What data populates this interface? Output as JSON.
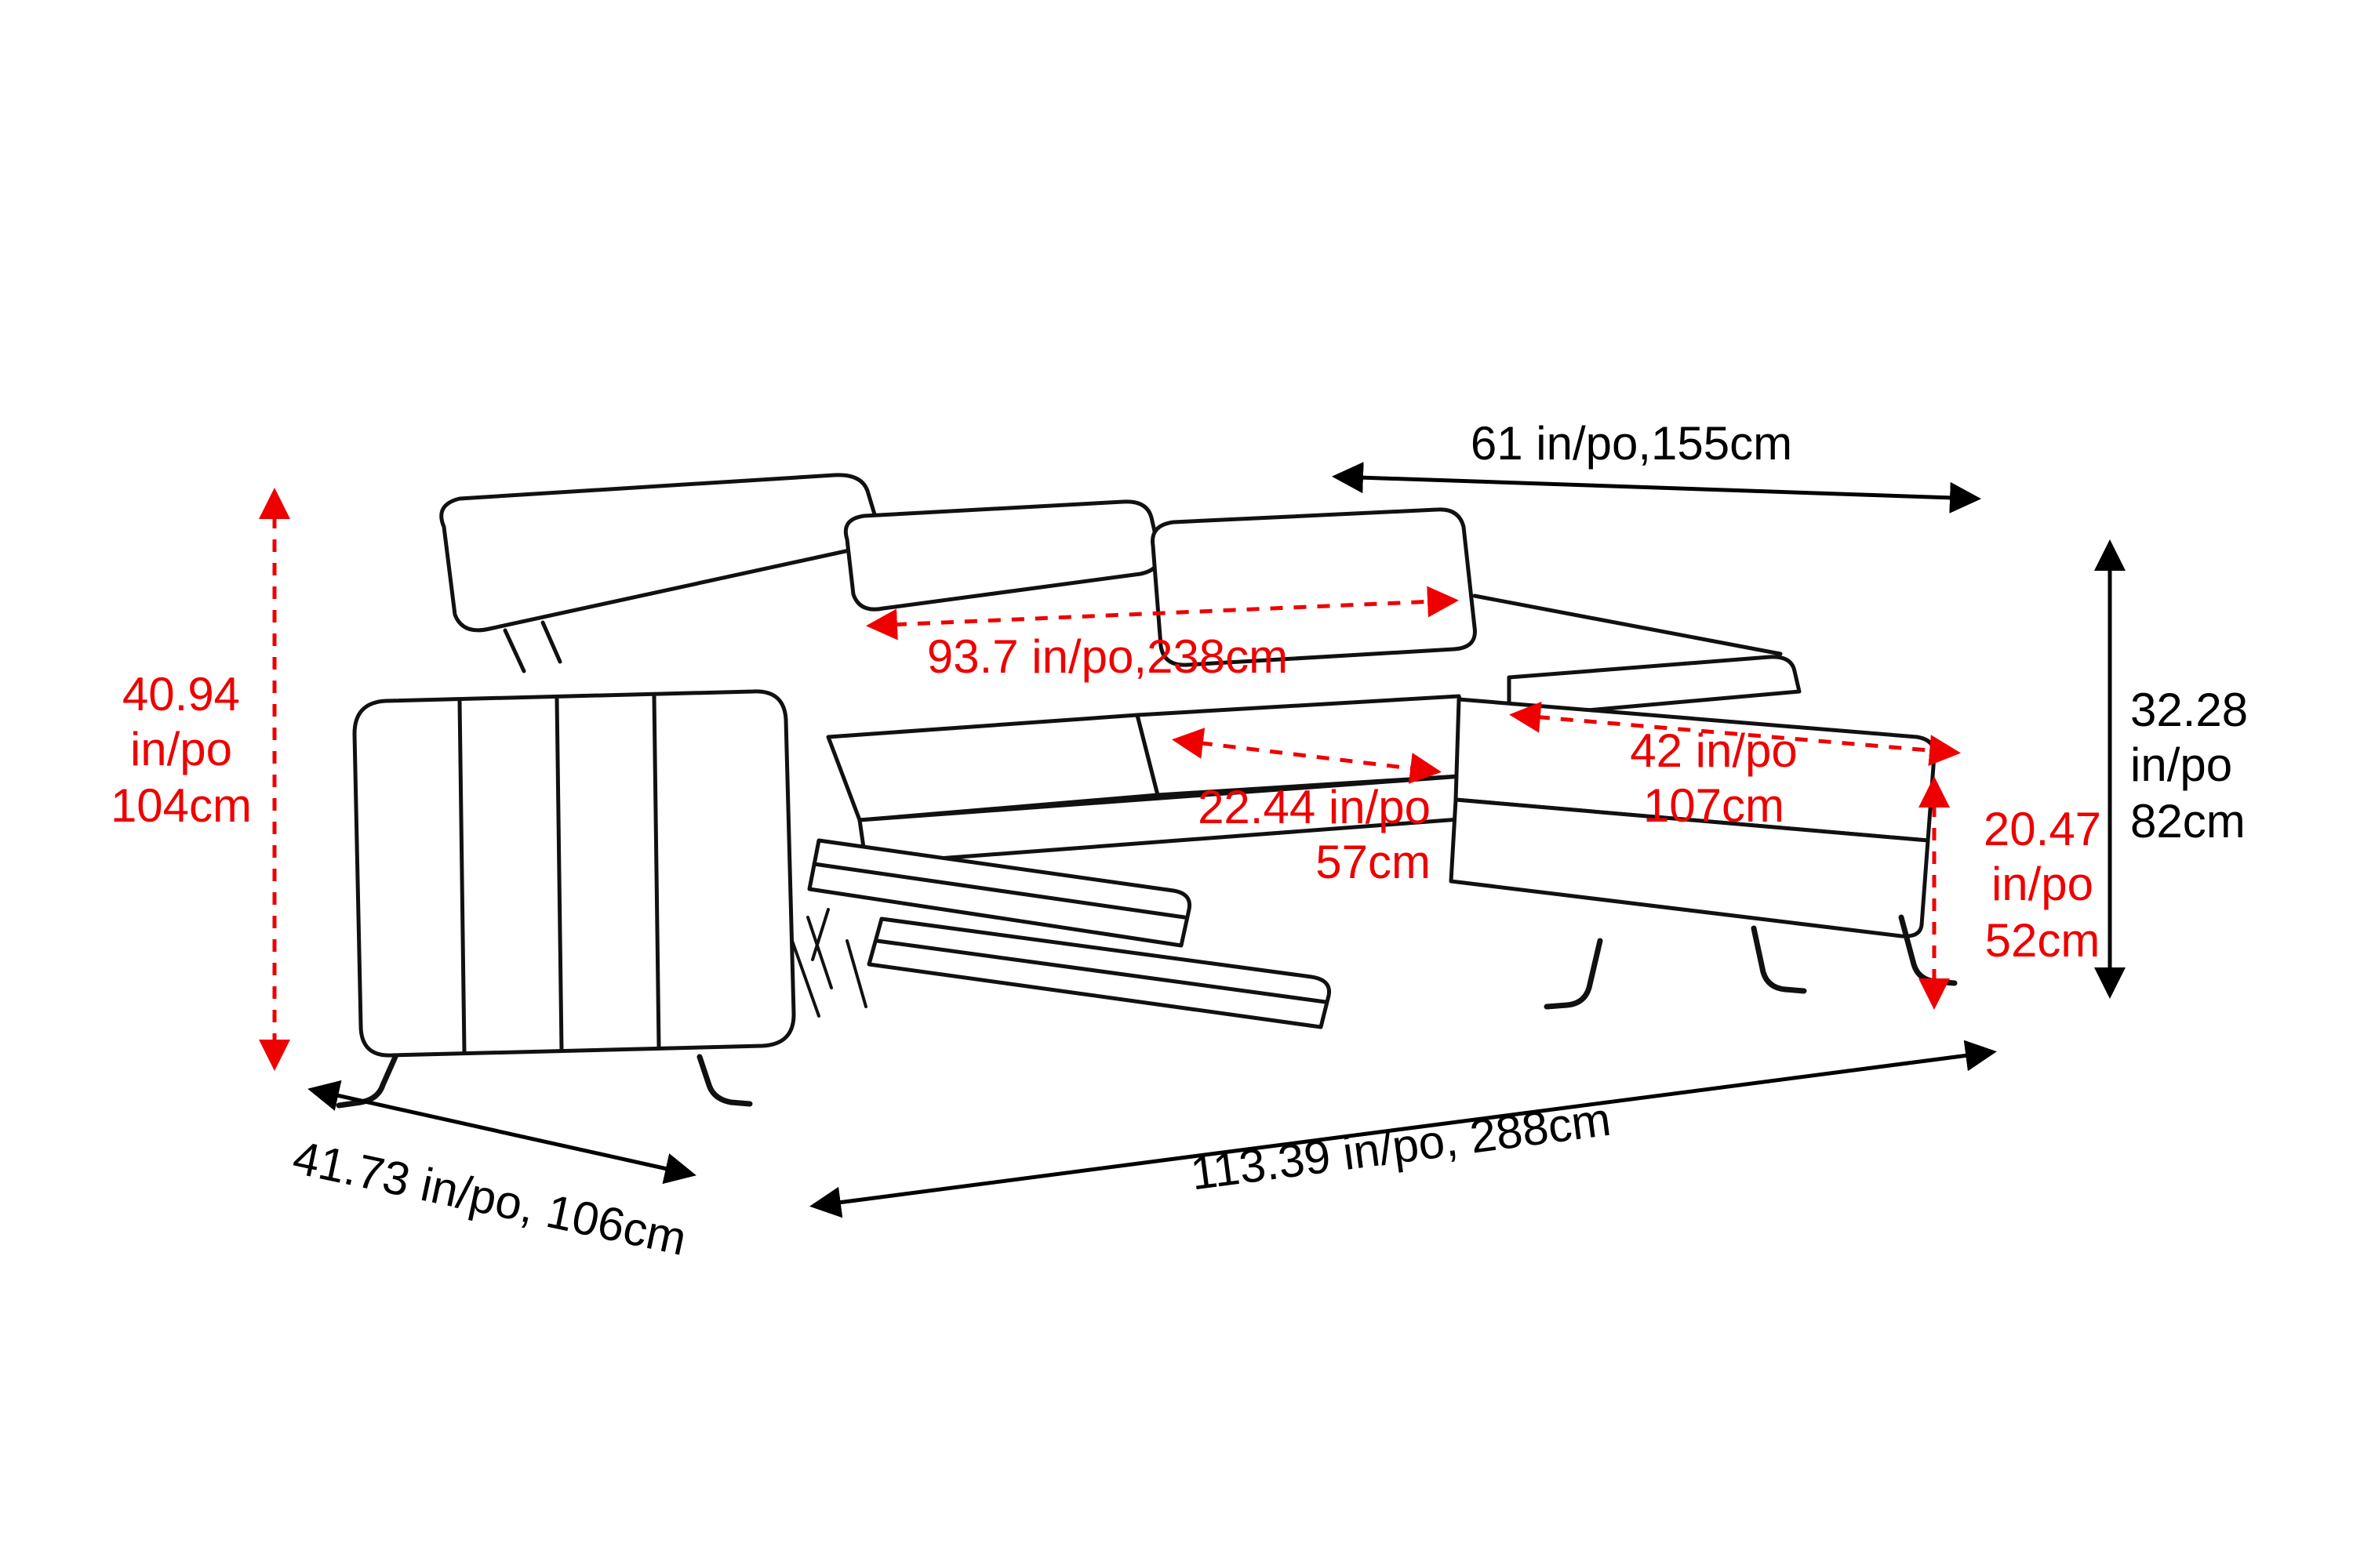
{
  "figure": {
    "subject": "Reclining sectional sofa with chaise - dimensions line drawing",
    "background": "#ffffff"
  },
  "colors": {
    "dimension_red": "#ee0000",
    "line_black": "#000000"
  },
  "dimensions": {
    "chaise_length": {
      "label": "61 in/po,155cm",
      "color": "black",
      "style": "solid-double-arrow"
    },
    "overall_height": {
      "label": "40.94\nin/po\n104cm",
      "color": "red",
      "style": "dashed-double-arrow"
    },
    "interior_width": {
      "label": "93.7 in/po,238cm",
      "color": "red",
      "style": "dashed-double-arrow"
    },
    "seat_depth": {
      "label": "22.44 in/po\n57cm",
      "color": "red",
      "style": "dashed-double-arrow"
    },
    "chaise_seat_length": {
      "label": "42 in/po\n107cm",
      "color": "red",
      "style": "dashed-double-arrow"
    },
    "seat_height": {
      "label": "20.47\nin/po\n52cm",
      "color": "red",
      "style": "dashed-double-arrow"
    },
    "back_height": {
      "label": "32.28\nin/po\n82cm",
      "color": "black",
      "style": "solid-double-arrow"
    },
    "depth": {
      "label": "41.73 in/po, 106cm",
      "color": "black",
      "style": "solid-double-arrow"
    },
    "overall_width": {
      "label": "113.39 in/po, 288cm",
      "color": "black",
      "style": "solid-double-arrow"
    }
  }
}
